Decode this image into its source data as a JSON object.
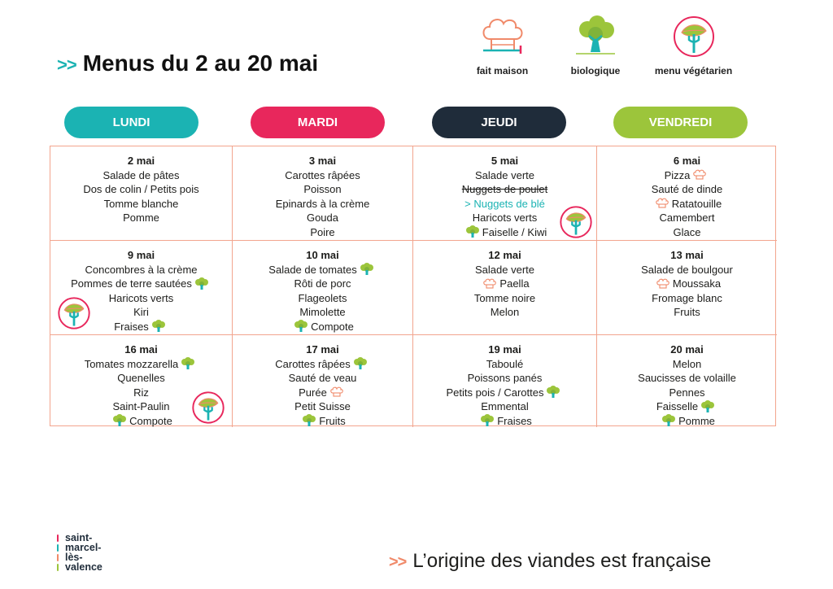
{
  "header": {
    "arrows": ">>",
    "title": "Menus du 2 au 20 mai"
  },
  "legend": [
    {
      "icon": "chef-hat-icon",
      "label": "fait maison"
    },
    {
      "icon": "broccoli-icon",
      "label": "biologique"
    },
    {
      "icon": "leaf-fork-icon",
      "label": "menu végétarien"
    }
  ],
  "days": [
    "LUNDI",
    "MARDI",
    "JEUDI",
    "VENDREDI"
  ],
  "day_colors": [
    "#1bb3b3",
    "#e8275c",
    "#1f2c3a",
    "#9cc53b"
  ],
  "weeks": [
    [
      {
        "date": "2 mai",
        "items": [
          {
            "text": "Salade de pâtes"
          },
          {
            "text": "Dos de colin / Petits pois"
          },
          {
            "text": "Tomme blanche"
          },
          {
            "text": "Pomme"
          }
        ]
      },
      {
        "date": "3 mai",
        "items": [
          {
            "text": "Carottes râpées"
          },
          {
            "text": "Poisson"
          },
          {
            "text": "Epinards à la crème"
          },
          {
            "text": "Gouda"
          },
          {
            "text": "Poire"
          }
        ]
      },
      {
        "date": "5 mai",
        "vegetarian": true,
        "items": [
          {
            "text": "Salade verte"
          },
          {
            "text": "Nuggets de poulet",
            "style": "strike"
          },
          {
            "text": "> Nuggets de blé",
            "style": "teal"
          },
          {
            "text": "Haricots verts"
          },
          {
            "text": "Faiselle / Kiwi",
            "icon_before": "bio"
          }
        ]
      },
      {
        "date": "6 mai",
        "items": [
          {
            "text": "Pizza",
            "icon_after": "chef"
          },
          {
            "text": "Sauté de dinde"
          },
          {
            "text": "Ratatouille",
            "icon_before": "chef"
          },
          {
            "text": "Camembert"
          },
          {
            "text": "Glace"
          }
        ]
      }
    ],
    [
      {
        "date": "9 mai",
        "vegetarian": true,
        "items": [
          {
            "text": "Concombres à la crème"
          },
          {
            "text": "Pommes de terre sautées",
            "icon_after": "bio"
          },
          {
            "text": "Haricots verts"
          },
          {
            "text": "Kiri"
          },
          {
            "text": "Fraises",
            "icon_after": "bio"
          }
        ]
      },
      {
        "date": "10 mai",
        "items": [
          {
            "text": "Salade de tomates",
            "icon_after": "bio"
          },
          {
            "text": "Rôti de porc"
          },
          {
            "text": "Flageolets"
          },
          {
            "text": "Mimolette"
          },
          {
            "text": "Compote",
            "icon_before": "bio"
          }
        ]
      },
      {
        "date": "12 mai",
        "items": [
          {
            "text": "Salade verte"
          },
          {
            "text": "Paella",
            "icon_before": "chef"
          },
          {
            "text": "Tomme noire"
          },
          {
            "text": "Melon"
          }
        ]
      },
      {
        "date": "13 mai",
        "items": [
          {
            "text": "Salade de boulgour"
          },
          {
            "text": "Moussaka",
            "icon_before": "chef"
          },
          {
            "text": "Fromage blanc"
          },
          {
            "text": "Fruits"
          }
        ]
      }
    ],
    [
      {
        "date": "16 mai",
        "vegetarian": true,
        "items": [
          {
            "text": "Tomates mozzarella",
            "icon_after": "bio"
          },
          {
            "text": "Quenelles"
          },
          {
            "text": "Riz"
          },
          {
            "text": "Saint-Paulin"
          },
          {
            "text": "Compote",
            "icon_before": "bio"
          }
        ]
      },
      {
        "date": "17 mai",
        "items": [
          {
            "text": "Carottes râpées",
            "icon_after": "bio"
          },
          {
            "text": "Sauté de veau"
          },
          {
            "text": "Purée",
            "icon_after": "chef"
          },
          {
            "text": "Petit Suisse"
          },
          {
            "text": "Fruits",
            "icon_before": "bio"
          }
        ]
      },
      {
        "date": "19 mai",
        "items": [
          {
            "text": "Taboulé"
          },
          {
            "text": "Poissons panés"
          },
          {
            "text": "Petits pois / Carottes",
            "icon_after": "bio"
          },
          {
            "text": "Emmental"
          },
          {
            "text": "Fraises",
            "icon_before": "bio"
          }
        ]
      },
      {
        "date": "20 mai",
        "items": [
          {
            "text": "Melon"
          },
          {
            "text": "Saucisses de volaille"
          },
          {
            "text": "Pennes"
          },
          {
            "text": "Faisselle",
            "icon_after": "bio"
          },
          {
            "text": "Pomme",
            "icon_before": "bio"
          }
        ]
      }
    ]
  ],
  "logo": {
    "lines": [
      "saint-",
      "marcel-",
      "lès-",
      "valence"
    ],
    "bar_colors": [
      "#e8275c",
      "#1bb3b3",
      "#f08a6a",
      "#9cc53b"
    ]
  },
  "footer": {
    "arrows": ">>",
    "text": "L’origine des viandes est française"
  }
}
